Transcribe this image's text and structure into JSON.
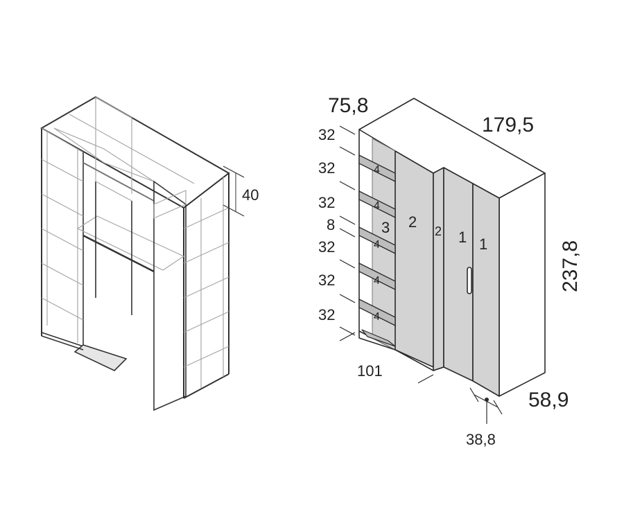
{
  "left_drawing": {
    "depth_label": "40"
  },
  "right_drawing": {
    "dimensions": {
      "top_depth": "75,8",
      "total_width": "179,5",
      "height": "237,8",
      "bottom_depth": "58,9",
      "left_width": "101",
      "door_offset": "38,8"
    },
    "left_heights": [
      "32",
      "32",
      "32",
      "8",
      "32",
      "32",
      "32"
    ],
    "item_numbers": {
      "shelf": "4",
      "drawer_section": "3",
      "corner_door": "2",
      "corner_small": "2",
      "door_a": "1",
      "door_b": "1"
    }
  },
  "colors": {
    "line": "#2b2b2b",
    "light_line": "#9a9a9a",
    "panel_fill": "#d3d3d3",
    "background": "#ffffff"
  }
}
